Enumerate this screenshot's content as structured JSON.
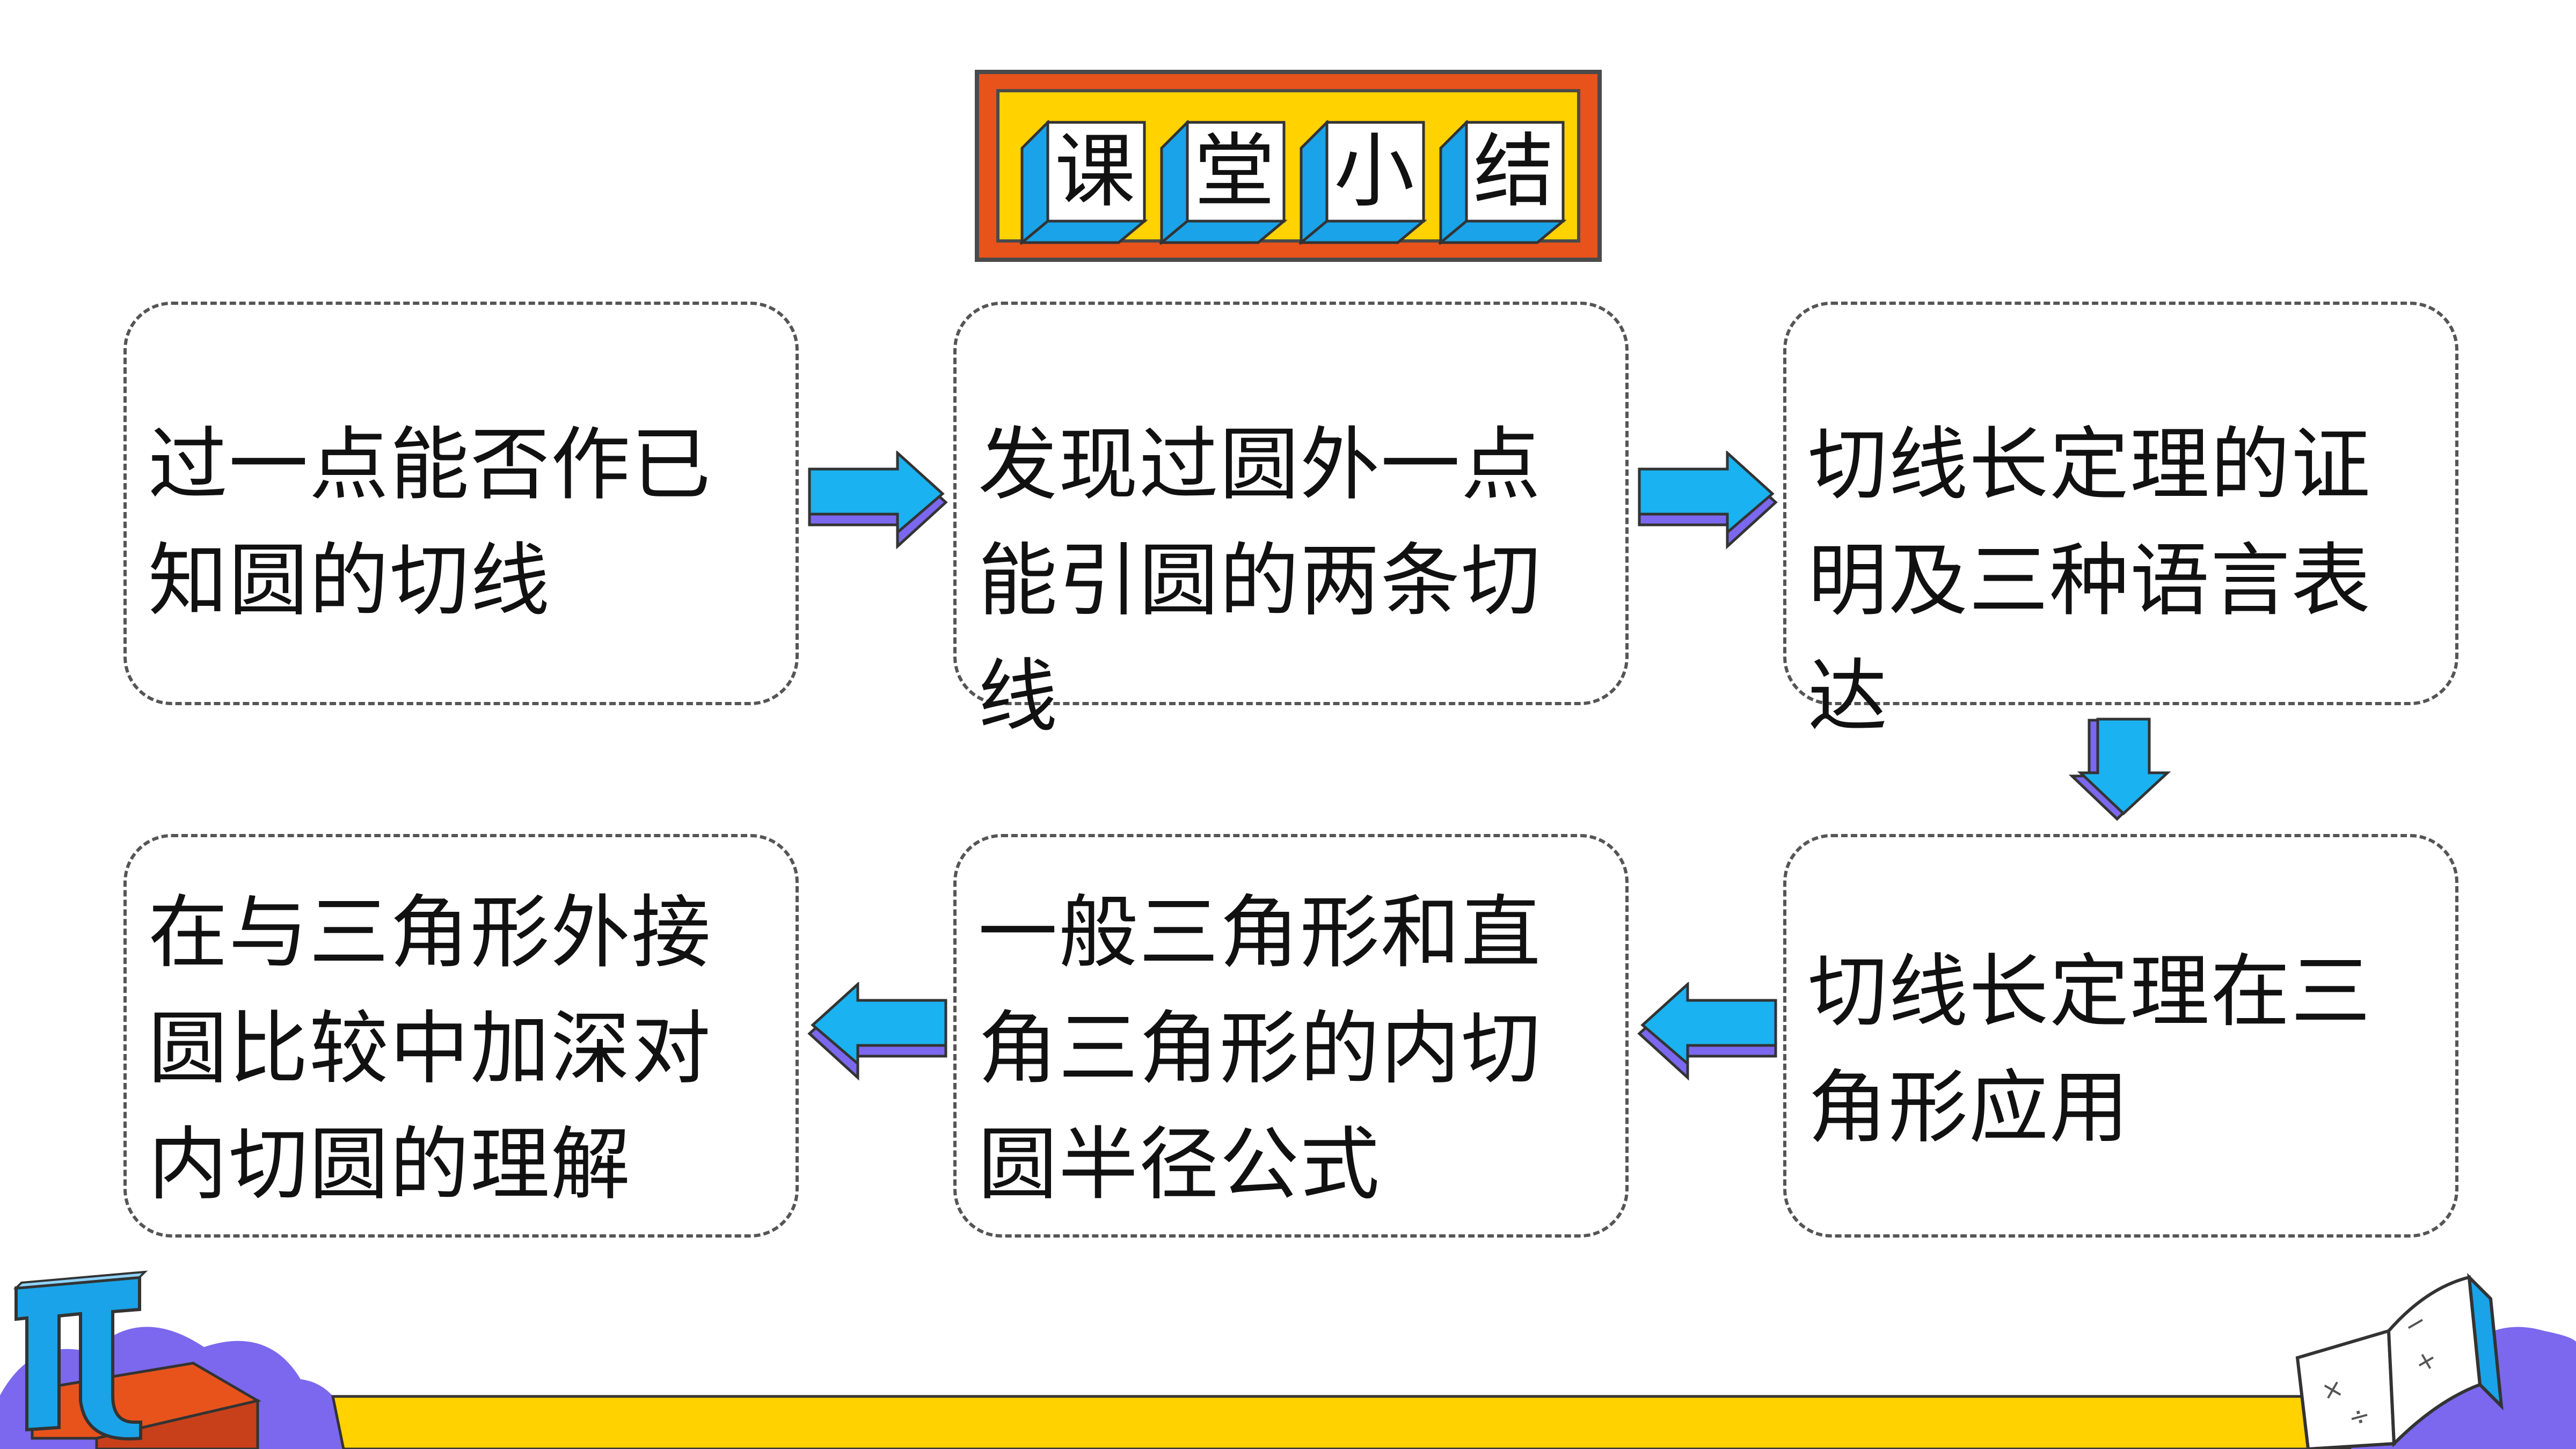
{
  "title": {
    "characters": [
      "课",
      "堂",
      "小",
      "结"
    ]
  },
  "flow": {
    "steps": [
      {
        "text": "过一点能否作已知圆的切线"
      },
      {
        "text": "发现过圆外一点能引圆的两条切线"
      },
      {
        "text": "切线长定理的证明及三种语言表达"
      },
      {
        "text": "切线长定理在三角形应用"
      },
      {
        "text": "一般三角形和直角三角形的内切圆半径公式"
      },
      {
        "text": "在与三角形外接圆比较中加深对内切圆的理解"
      }
    ]
  },
  "colors": {
    "banner_outer": "#e8531c",
    "banner_inner": "#ffd200",
    "tile_blue": "#1aa3e8",
    "arrow_blue": "#1ab2f0",
    "arrow_purple": "#7b68ee",
    "footer_yellow": "#ffd200",
    "footer_purple": "#7b68ee"
  },
  "decorations": {
    "left_icon": "pi-symbol-icon",
    "right_icon": "open-math-book-icon"
  }
}
